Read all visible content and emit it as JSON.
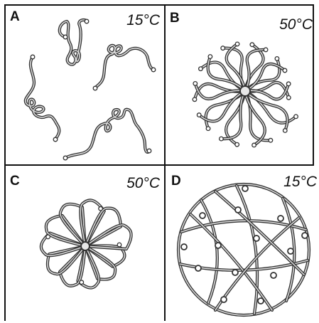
{
  "panels": [
    {
      "letter": "A",
      "temperature": "15°C"
    },
    {
      "letter": "B",
      "temperature": "50°C"
    },
    {
      "letter": "C",
      "temperature": "50°C"
    },
    {
      "letter": "D",
      "temperature": "15°C"
    }
  ],
  "colors": {
    "frame": "#111111",
    "strand_outline": "#333333",
    "strand_fill": "#d9d9d9"
  }
}
